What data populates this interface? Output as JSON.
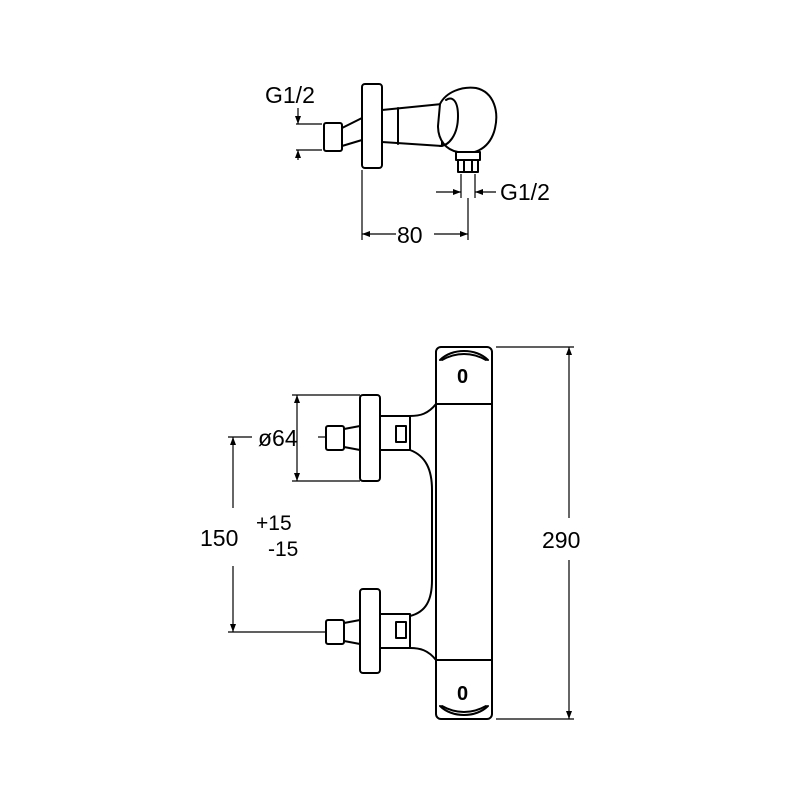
{
  "labels": {
    "inlet_thread": "G1/2",
    "outlet_thread": "G1/2",
    "projection": "80",
    "flange_diameter": "ø64",
    "centre_distance": "150",
    "tolerance_plus": "+15",
    "tolerance_minus": "-15",
    "body_length": "290",
    "top_cap_mark": "0",
    "bottom_cap_mark": "0"
  }
}
